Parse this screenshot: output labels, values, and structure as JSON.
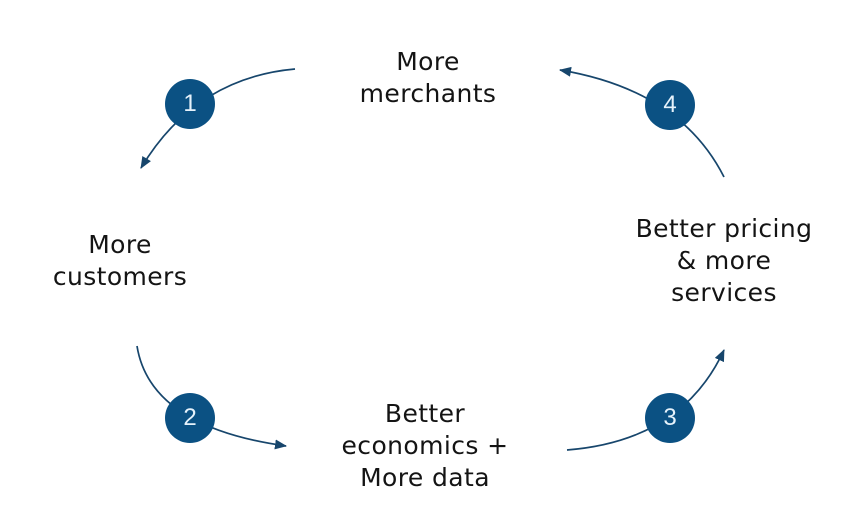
{
  "diagram": {
    "background_color": "#ffffff",
    "circle_color": "#0b5183",
    "circle_number_color": "#e6f2fb",
    "arrow_color": "#17466c",
    "text_color": "#141414"
  },
  "nodes": [
    {
      "id": "more-merchants",
      "label": "More\nmerchants"
    },
    {
      "id": "more-customers",
      "label": "More\ncustomers"
    },
    {
      "id": "better-economics",
      "label": "Better\neconomics +\nMore data"
    },
    {
      "id": "better-pricing",
      "label": "Better pricing\n& more\nservices"
    }
  ],
  "steps": [
    {
      "number": "1"
    },
    {
      "number": "2"
    },
    {
      "number": "3"
    },
    {
      "number": "4"
    }
  ]
}
